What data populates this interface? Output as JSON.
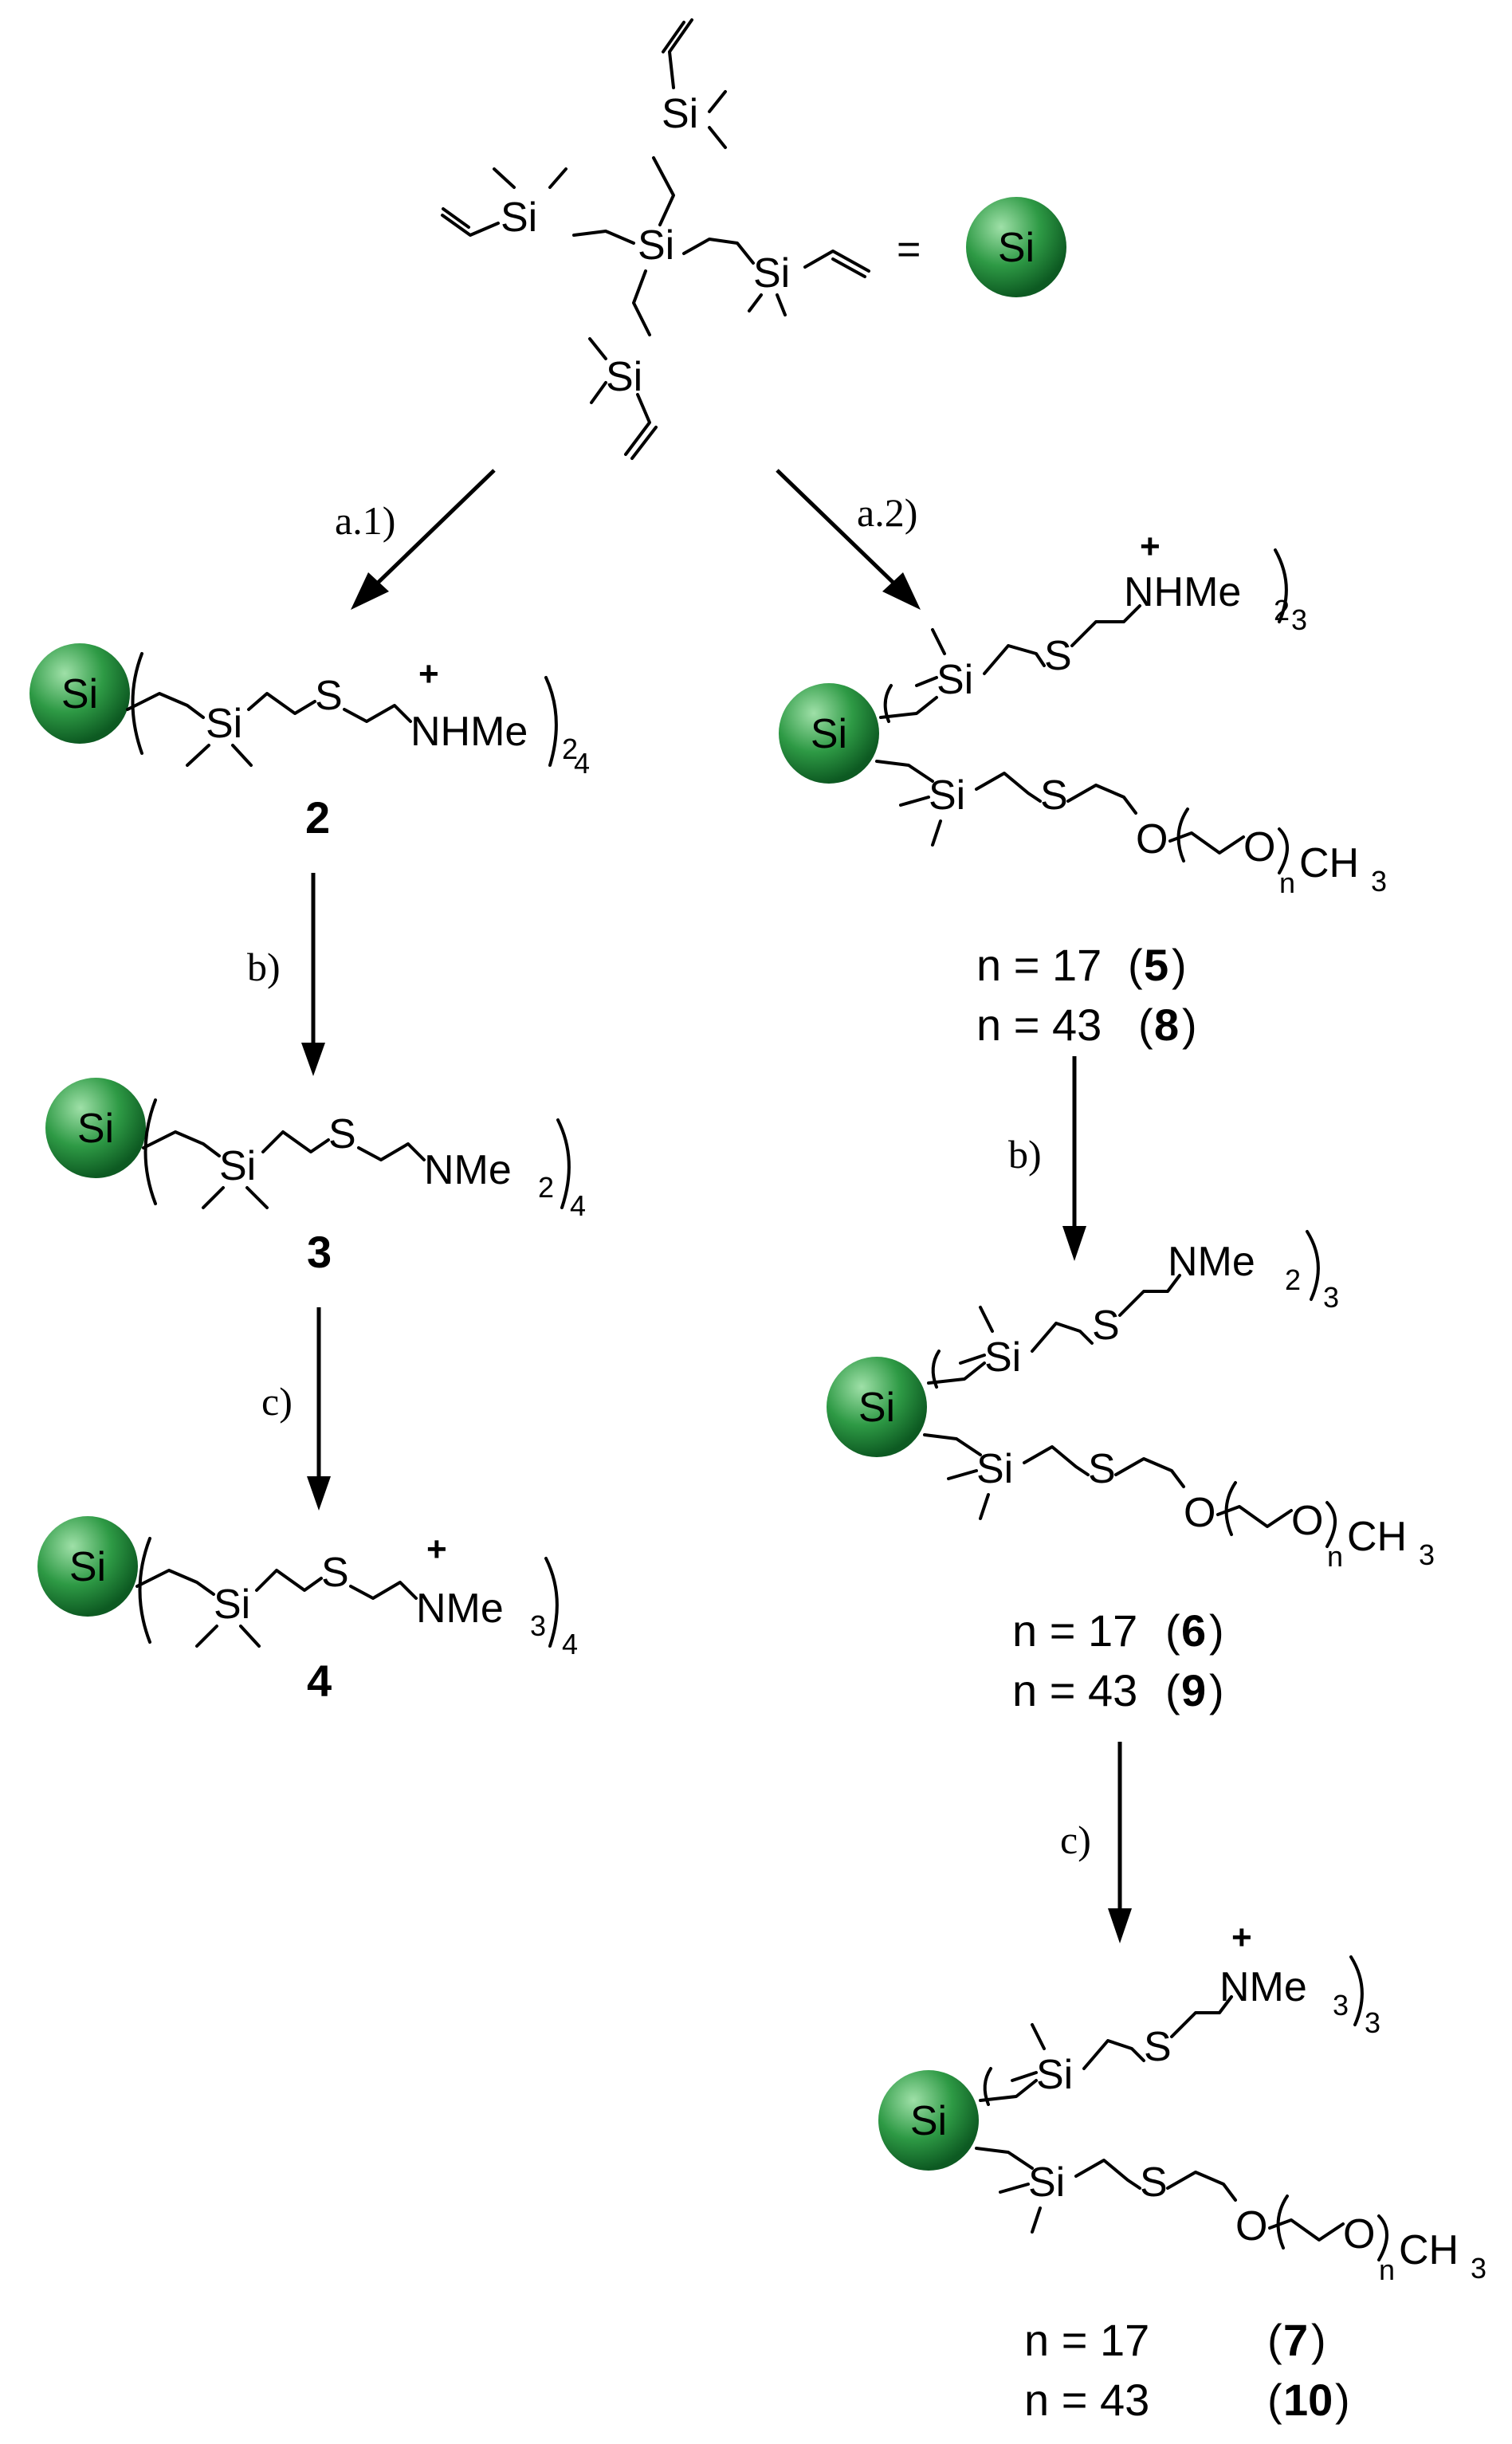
{
  "core_symbol": "Si",
  "equals_sign": "=",
  "reagents": {
    "a1": "a.1)",
    "a2": "a.2)",
    "b": "b)",
    "c": "c)"
  },
  "atoms": {
    "si": "Si",
    "s": "S",
    "o": "O",
    "plus": "+",
    "nhme": "NHMe",
    "nme2": "NMe",
    "nme3": "NMe",
    "ch3": "CH",
    "sub2": "2",
    "sub3": "3",
    "sub4": "4",
    "subn": "n"
  },
  "compounds": {
    "c2": "2",
    "c3": "3",
    "c4": "4"
  },
  "captions": {
    "n17": "n = 17",
    "n43": "n = 43",
    "n17b": "n = 17",
    "n43b": "n = 43",
    "n17c": "n = 17",
    "n43c": "n = 43",
    "id5": "5",
    "id8": "8",
    "id6": "6",
    "id9": "9",
    "id7": "7",
    "id10": "10",
    "lp": "(",
    "rp": ")"
  },
  "colors": {
    "ball_light": "#9fe0a8",
    "ball_mid": "#2e9a45",
    "ball_dark": "#0d5a22"
  }
}
